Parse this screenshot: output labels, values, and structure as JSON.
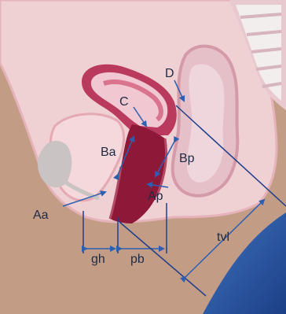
{
  "labels": {
    "D": "D",
    "C": "C",
    "Ba": "Ba",
    "Bp": "Bp",
    "Aa": "Aa",
    "Ap": "Ap",
    "gh": "gh",
    "pb": "pb",
    "tvl": "tvl"
  },
  "colors": {
    "background": "#ffffff",
    "skin": "#c39c86",
    "abdomen": "#efd0d3",
    "abdomen_edge": "#e6b3ba",
    "uterus": "#b93a5c",
    "vagina": "#8e1838",
    "rectum": "#e6c0c8",
    "bladder": "#c9c3c3",
    "spine": "#f3eeee",
    "thigh": "#2f5ea8",
    "line": "#1f3f8a",
    "arrow": "#2d5fb0"
  }
}
